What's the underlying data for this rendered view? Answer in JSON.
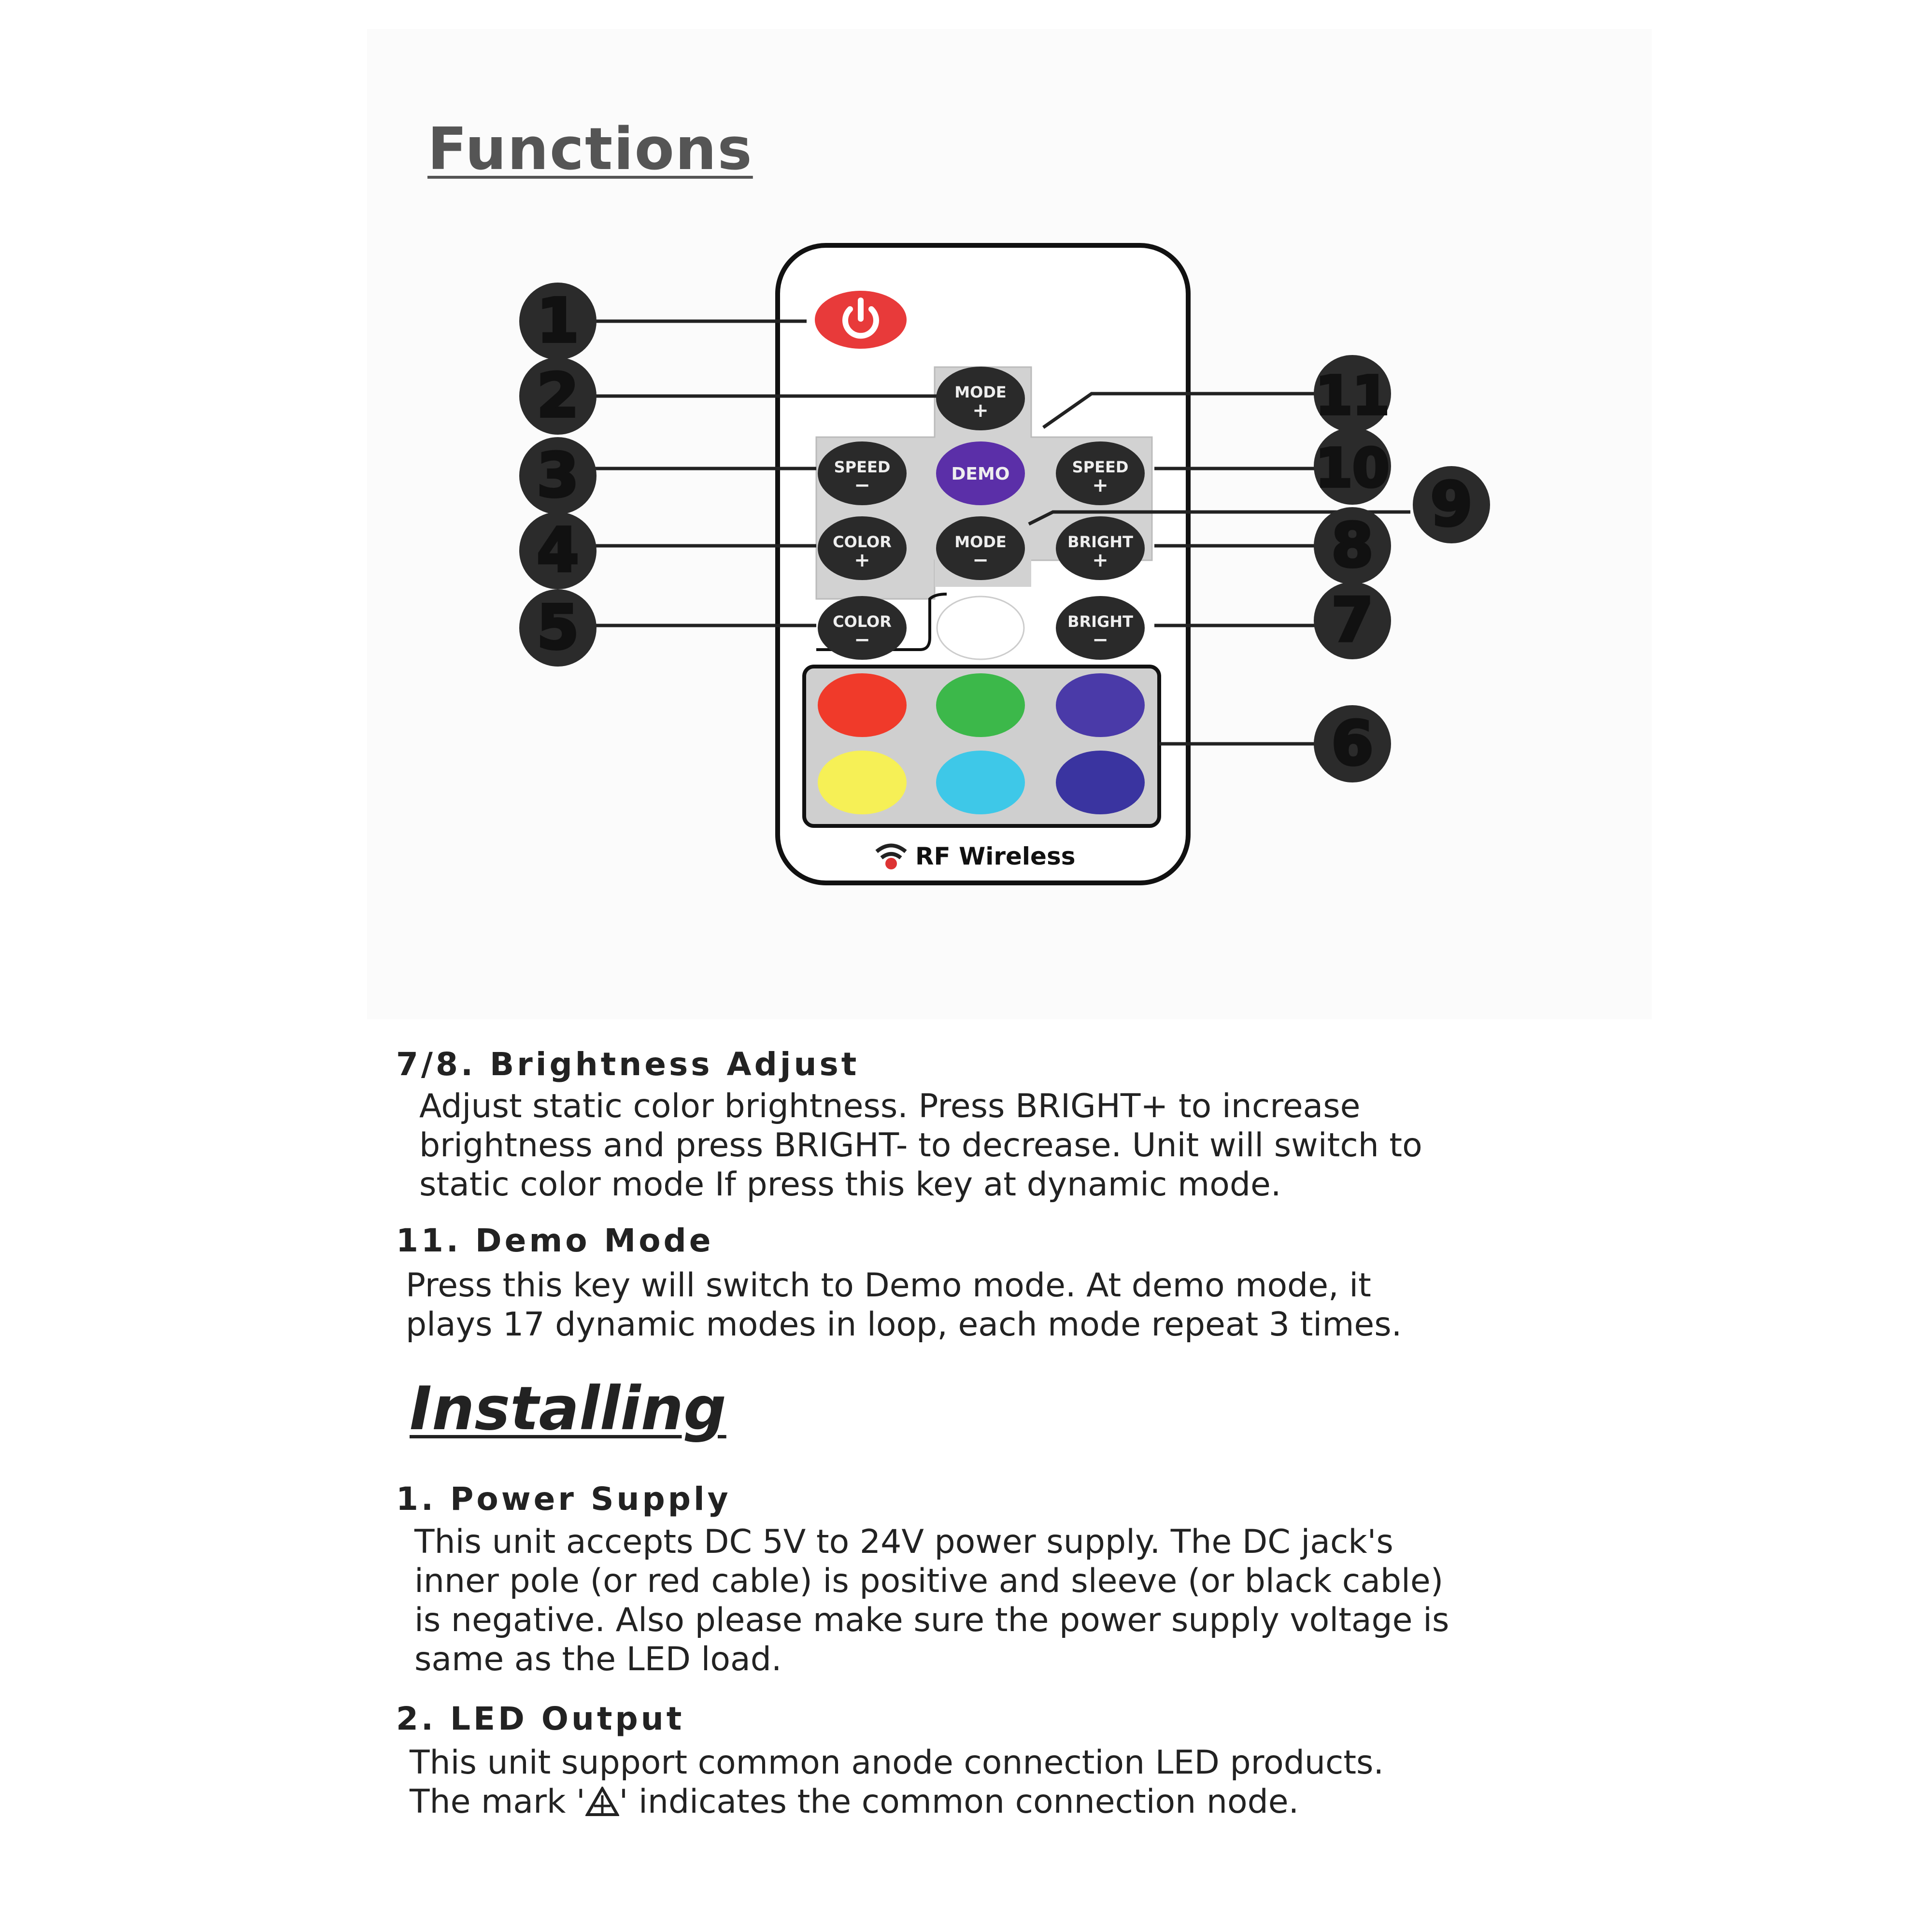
{
  "functions": {
    "title": "Functions"
  },
  "remote": {
    "buttons": {
      "power_icon": "power-icon",
      "mode_plus": [
        "MODE",
        "+"
      ],
      "speed_minus": [
        "SPEED",
        "−"
      ],
      "demo": "DEMO",
      "speed_plus": [
        "SPEED",
        "+"
      ],
      "color_plus": [
        "COLOR",
        "+"
      ],
      "mode_minus": [
        "MODE",
        "−"
      ],
      "bright_plus": [
        "BRIGHT",
        "+"
      ],
      "color_minus": [
        "COLOR",
        "−"
      ],
      "bright_minus": [
        "BRIGHT",
        "−"
      ]
    },
    "color_keys": [
      "#f03a2a",
      "#3cb84a",
      "#4a3aa8",
      "#f6f056",
      "#3ec8e8",
      "#3a34a0"
    ],
    "white_key": "#ffffff",
    "brand_text": "RF Wireless",
    "callouts": [
      "1",
      "2",
      "3",
      "4",
      "5",
      "6",
      "7",
      "8",
      "9",
      "10",
      "11"
    ]
  },
  "sections": {
    "brightness": {
      "title": "7/8. Brightness Adjust",
      "lines": [
        "Adjust static color brightness. Press BRIGHT+ to increase",
        "brightness and press BRIGHT- to decrease. Unit will switch to",
        "static color mode If press this key at dynamic mode."
      ]
    },
    "demo": {
      "title": "11. Demo Mode",
      "lines": [
        "Press this key will switch to Demo mode. At demo mode, it",
        "plays 17 dynamic modes in loop, each mode repeat 3 times."
      ]
    },
    "installing": {
      "title": "Installing"
    },
    "power": {
      "title": "1. Power Supply",
      "lines": [
        "This unit accepts DC 5V to 24V power supply. The DC jack's",
        "inner pole (or red cable) is positive and sleeve (or black cable)",
        "is negative. Also please make sure the power supply voltage is",
        "same as the LED load."
      ]
    },
    "led": {
      "title": "2. LED Output",
      "line1": "This unit support common anode connection LED products.",
      "line2_prefix": "The mark '",
      "line2_suffix": "' indicates the common connection node."
    }
  }
}
